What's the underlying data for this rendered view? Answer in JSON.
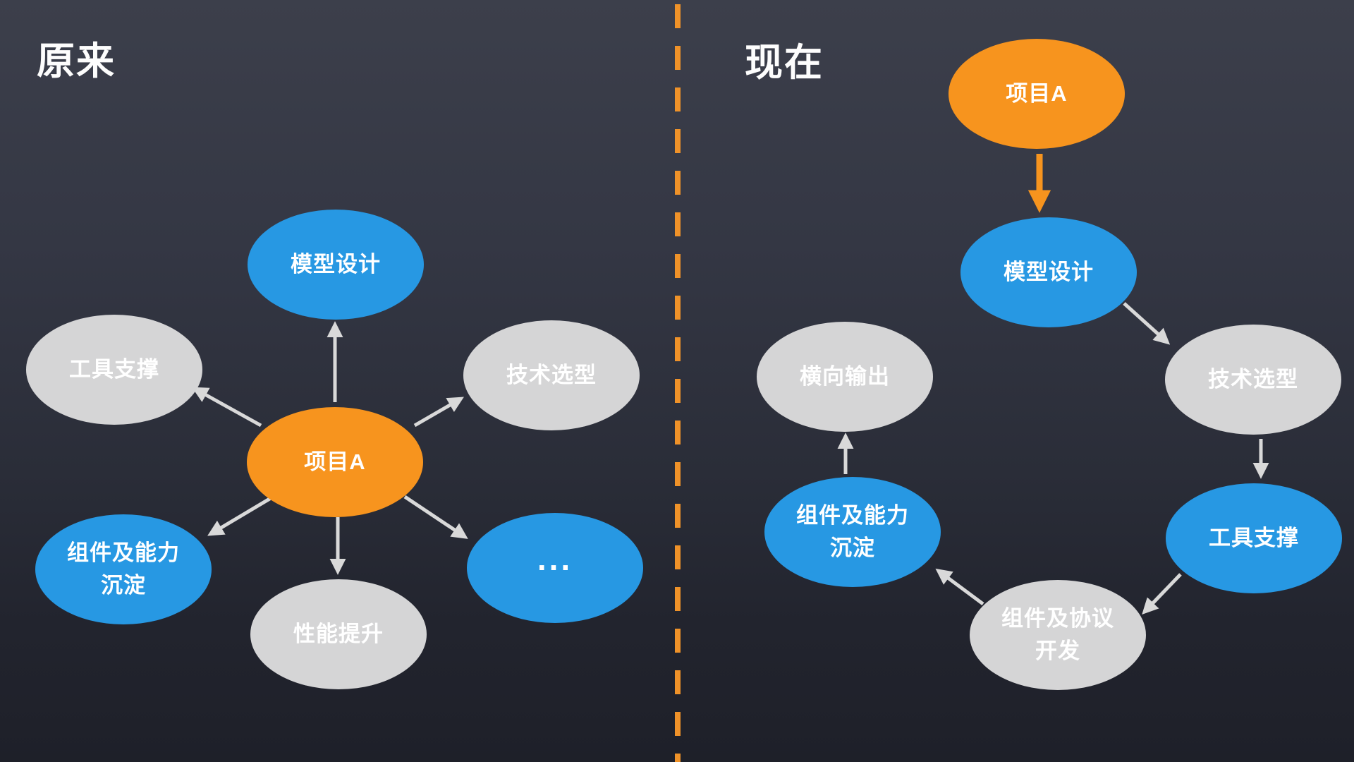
{
  "palette": {
    "blue": "#2798e3",
    "gray": "#d5d5d6",
    "orange": "#f7941e",
    "arrow": "#d9d9d9",
    "divider": "#ef9229",
    "background_top": "#3c3f4b",
    "background_bottom": "#1e2029",
    "text": "#ffffff"
  },
  "left_panel": {
    "title": "原来",
    "nodes": [
      {
        "id": "model-design",
        "label": "模型设计",
        "color": "blue"
      },
      {
        "id": "tool-support",
        "label": "工具支撑",
        "color": "gray"
      },
      {
        "id": "tech-selection",
        "label": "技术选型",
        "color": "gray"
      },
      {
        "id": "project-a",
        "label": "项目A",
        "color": "orange"
      },
      {
        "id": "component-capability",
        "label": "组件及能力\n沉淀",
        "color": "blue"
      },
      {
        "id": "performance",
        "label": "性能提升",
        "color": "gray"
      },
      {
        "id": "more",
        "label": "...",
        "color": "blue"
      }
    ],
    "arrows": [
      {
        "from": "project-a",
        "to": "model-design"
      },
      {
        "from": "project-a",
        "to": "tool-support"
      },
      {
        "from": "project-a",
        "to": "tech-selection"
      },
      {
        "from": "project-a",
        "to": "component-capability"
      },
      {
        "from": "project-a",
        "to": "performance"
      },
      {
        "from": "project-a",
        "to": "more"
      }
    ]
  },
  "right_panel": {
    "title": "现在",
    "nodes": [
      {
        "id": "project-a",
        "label": "项目A",
        "color": "orange"
      },
      {
        "id": "model-design",
        "label": "模型设计",
        "color": "blue"
      },
      {
        "id": "tech-selection",
        "label": "技术选型",
        "color": "gray"
      },
      {
        "id": "tool-support",
        "label": "工具支撑",
        "color": "blue"
      },
      {
        "id": "component-protocol",
        "label": "组件及协议\n开发",
        "color": "gray"
      },
      {
        "id": "component-capability",
        "label": "组件及能力\n沉淀",
        "color": "blue"
      },
      {
        "id": "horizontal-output",
        "label": "横向输出",
        "color": "gray"
      }
    ],
    "arrows": [
      {
        "from": "project-a",
        "to": "model-design",
        "color": "orange"
      },
      {
        "from": "model-design",
        "to": "tech-selection",
        "color": "gray"
      },
      {
        "from": "tech-selection",
        "to": "tool-support",
        "color": "gray"
      },
      {
        "from": "tool-support",
        "to": "component-protocol",
        "color": "gray"
      },
      {
        "from": "component-protocol",
        "to": "component-capability",
        "color": "gray"
      },
      {
        "from": "component-capability",
        "to": "horizontal-output",
        "color": "gray"
      }
    ]
  }
}
